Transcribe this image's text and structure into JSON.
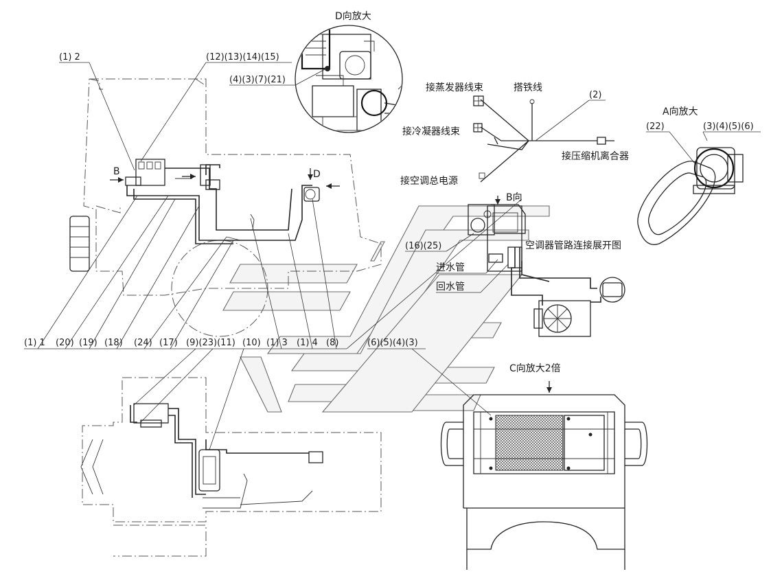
{
  "labels": {
    "d_view": "D向放大",
    "a_view": "A向放大",
    "b_view": "B向",
    "c_view": "C向放大2倍",
    "arrow_b": "B",
    "arrow_d": "D",
    "evaporator_harness": "接蒸发器线束",
    "ground_wire": "搭铁线",
    "condenser_harness": "接冷凝器线束",
    "compressor_clutch": "接压缩机离合器",
    "ac_main_power": "接空调总电源",
    "pipe_layout": "空调器管路连接展开图",
    "water_inlet": "进水管",
    "water_return": "回水管"
  },
  "callouts": {
    "c1_2": "(1) 2",
    "c12_15": "(12)(13)(14)(15)",
    "c4_3_7_21": "(4)(3)(7)(21)",
    "c2": "(2)",
    "c22": "(22)",
    "c3_6": "(3)(4)(5)(6)",
    "c16_25": "(16)(25)",
    "c6_3": "(6)(5)(4)(3)",
    "bottom_row": [
      "(1) 1",
      "(20)",
      "(19)",
      "(18)",
      "(24)",
      "(17)",
      "(9)(23)(11)",
      "(10)",
      "(1) 3",
      "(1) 4",
      "(8)"
    ]
  },
  "colors": {
    "line": "#222222",
    "watermark": "#f4f4f4",
    "background": "#ffffff"
  }
}
